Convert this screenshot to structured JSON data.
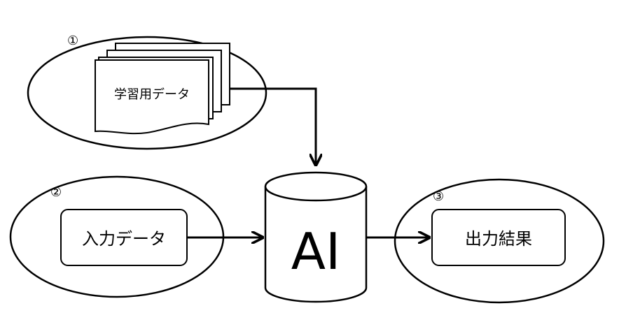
{
  "nodes": {
    "training_data": {
      "number": "①",
      "label": "学習用データ"
    },
    "input_data": {
      "number": "②",
      "label": "入力データ"
    },
    "ai": {
      "label": "AI"
    },
    "output": {
      "number": "③",
      "label": "出力結果"
    }
  }
}
